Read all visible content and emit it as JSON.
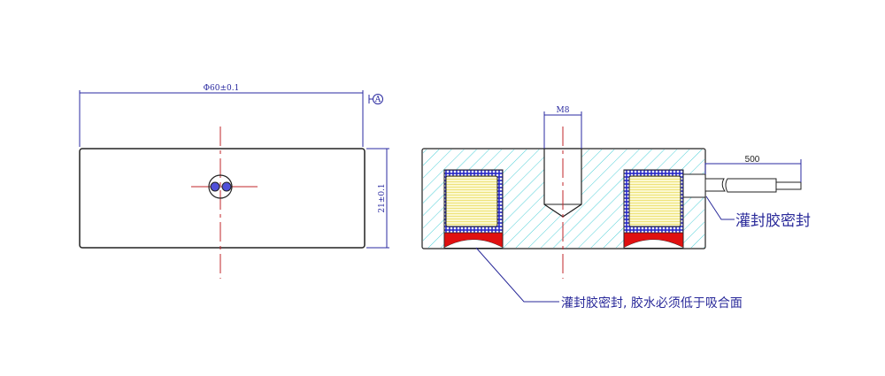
{
  "front_view": {
    "diameter_dim": "Φ60±0.1",
    "height_dim": "21±0.1",
    "datum_label": "A"
  },
  "section_view": {
    "thread_dim": "M8",
    "cable_length_dim": "500",
    "cable_seal_note": "灌封胶密封",
    "coil_seal_note": "灌封胶密封, 胶水必须低于吸合面"
  },
  "colors": {
    "outline": "#222222",
    "dimension": "#2a2aa0",
    "centerline": "#c0262a",
    "hatch": "#4fd0d8",
    "coil": "#f4f0a8",
    "sealant": "#e01010"
  }
}
